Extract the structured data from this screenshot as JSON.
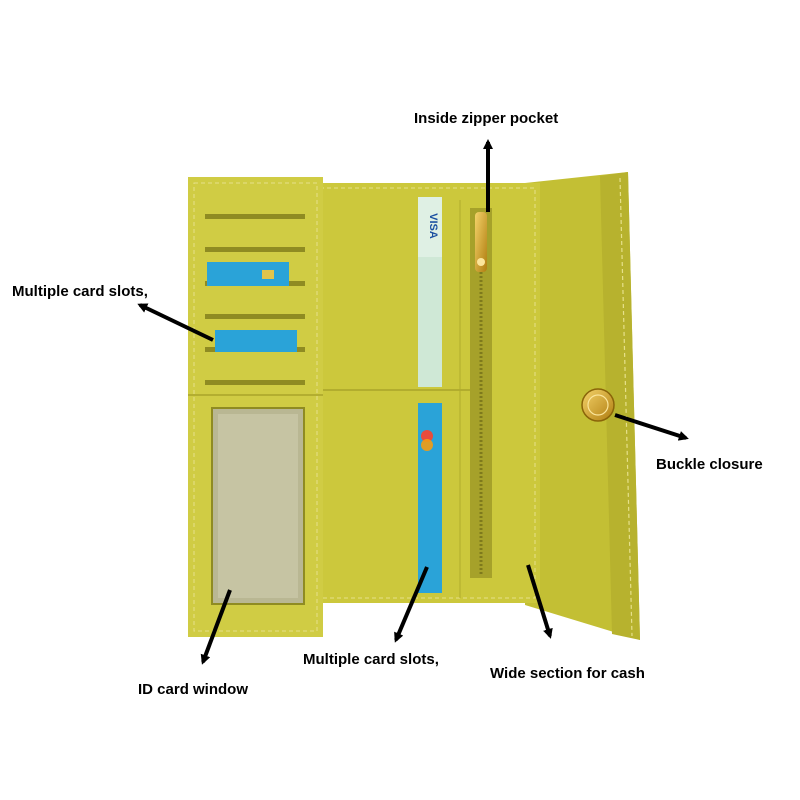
{
  "labels": {
    "zipper_pocket": "Inside zipper pocket",
    "card_slots_left": "Multiple card slots,",
    "buckle_closure": "Buckle closure",
    "id_window": "ID card window",
    "card_slots_center": "Multiple card slots,",
    "cash_section": "Wide section for cash"
  },
  "card_text": {
    "visa": "VISA"
  },
  "colors": {
    "leather": "#c9c53a",
    "leather_dark": "#b3ae2c",
    "leather_light": "#d6d24e",
    "stitch": "#e9e48a",
    "card_blue": "#2aa3d8",
    "card_green": "#cfe8d6",
    "zipper": "#b49a2f",
    "gold": "#d8a21a",
    "arrow": "#000000",
    "window": "#c8c7a6"
  }
}
